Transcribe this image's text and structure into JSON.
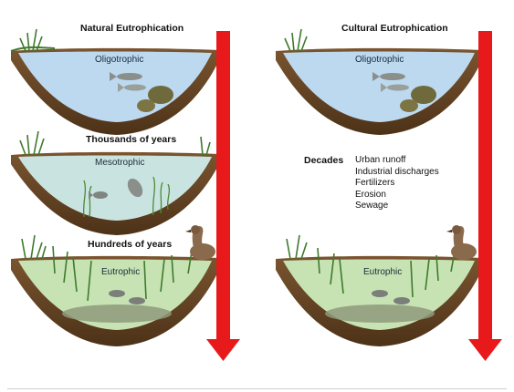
{
  "natural": {
    "title": "Natural Eutrophication",
    "stages": [
      "Oligotrophic",
      "Mesotrophic",
      "Eutrophic"
    ],
    "time_labels": [
      "Thousands of years",
      "Hundreds of years"
    ]
  },
  "cultural": {
    "title": "Cultural Eutrophication",
    "stages": [
      "Oligotrophic",
      "Eutrophic"
    ],
    "time_label": "Decades",
    "causes": [
      "Urban runoff",
      "Industrial discharges",
      "Fertilizers",
      "Erosion",
      "Sewage"
    ]
  },
  "colors": {
    "arrow": "#e8191b",
    "soil": "#6b4a2a",
    "water_clear": "#bcd9ef",
    "water_meso": "#c9e4e0",
    "water_eutro": "#c7e3b4",
    "vegetation": "#3f7a2c"
  }
}
